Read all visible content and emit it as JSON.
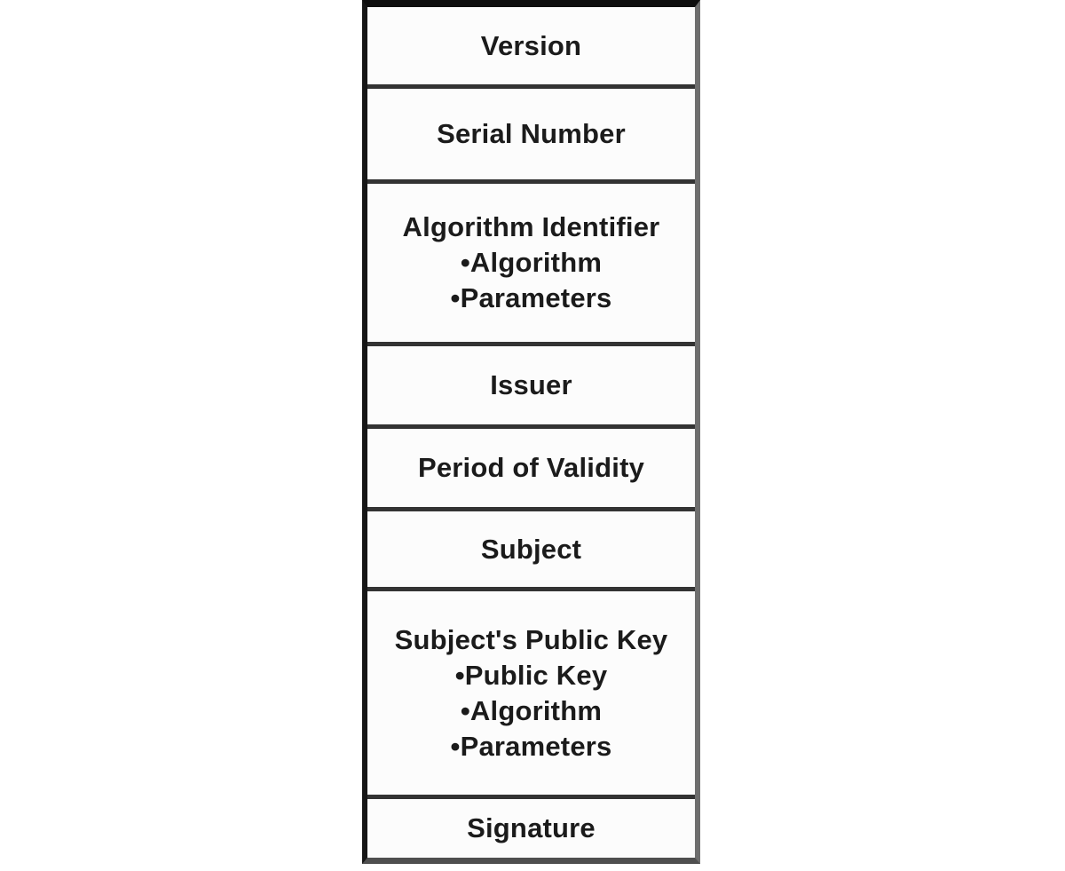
{
  "diagram": {
    "rows": [
      {
        "title": "Version",
        "bullets": []
      },
      {
        "title": "Serial Number",
        "bullets": []
      },
      {
        "title": "Algorithm Identifier",
        "bullets": [
          "•Algorithm",
          "•Parameters"
        ]
      },
      {
        "title": "Issuer",
        "bullets": []
      },
      {
        "title": "Period of Validity",
        "bullets": []
      },
      {
        "title": "Subject",
        "bullets": []
      },
      {
        "title": "Subject's Public Key",
        "bullets": [
          "•Public Key",
          "•Algorithm",
          "•Parameters"
        ]
      },
      {
        "title": "Signature",
        "bullets": []
      }
    ],
    "colors": {
      "background": "#ffffff",
      "box_fill": "#fcfcfc",
      "text": "#1b1b1b",
      "divider": "#333333",
      "border_left": "#161616",
      "border_right": "#6e6e6e",
      "border_top": "#0e0e0e",
      "border_bottom": "#4f4f4f"
    }
  }
}
